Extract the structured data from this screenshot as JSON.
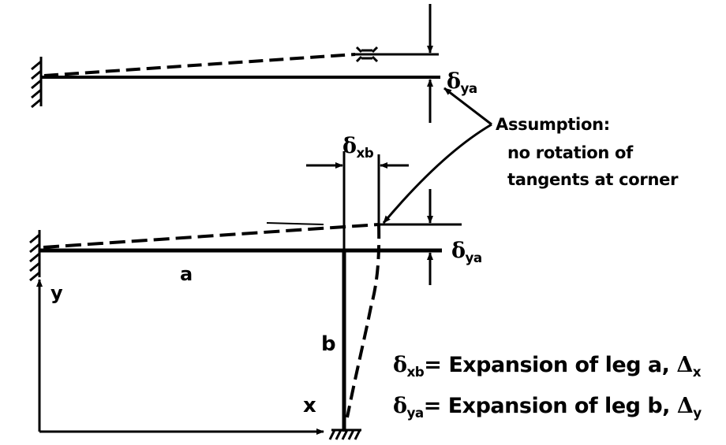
{
  "diagram": {
    "kind": "L-bend pipe expansion deflection diagram",
    "top_view": {
      "deflection_label": {
        "symbol": "δ",
        "subscript": "ya"
      }
    },
    "bottom_view": {
      "leg_a_label": "a",
      "leg_b_label": "b",
      "axis_x_label": "x",
      "axis_y_label": "y",
      "deflection_x": {
        "symbol": "δ",
        "subscript": "xb"
      },
      "deflection_y": {
        "symbol": "δ",
        "subscript": "ya"
      }
    },
    "note": {
      "title": "Assumption:",
      "line1": "no rotation of",
      "line2": "tangents at corner"
    },
    "equations": [
      {
        "symbol": "δ",
        "subscript": "xb",
        "text": "= Expansion of leg a, ",
        "delta": "Δ",
        "delta_sub": "x"
      },
      {
        "symbol": "δ",
        "subscript": "ya",
        "text": "= Expansion of leg b, ",
        "delta": "Δ",
        "delta_sub": "y"
      }
    ]
  }
}
